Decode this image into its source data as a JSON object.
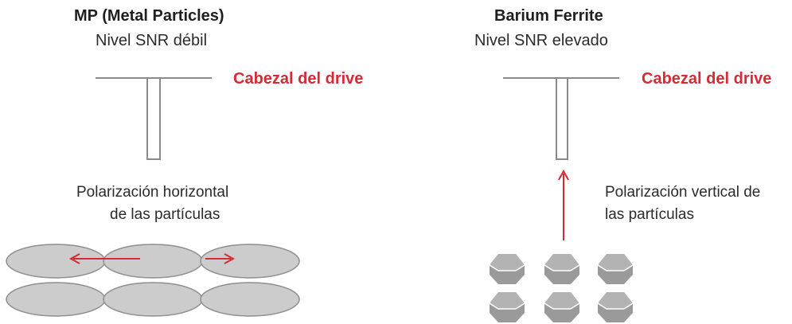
{
  "colors": {
    "accent_red": "#d62b35",
    "line_gray": "#8a8a8a",
    "ellipse_fill": "#cccccc",
    "ellipse_stroke": "#8f8f8f",
    "hex_fill": "#9a9a9a",
    "hex_top": "#b3b3b3",
    "text": "#2b2b2b"
  },
  "left_panel": {
    "title": "MP (Metal Particles)",
    "subtitle": "Nivel SNR débil",
    "head_label": "Cabezal del drive",
    "description_line1": "Polarización horizontal",
    "description_line2": "de las partículas",
    "particle_shape": "ellipse",
    "arrow_direction": "horizontal"
  },
  "right_panel": {
    "title": "Barium Ferrite",
    "subtitle": "Nivel SNR elevado",
    "head_label": "Cabezal del drive",
    "description_line1": "Polarización vertical de",
    "description_line2": "las partículas",
    "particle_shape": "hexagon",
    "arrow_direction": "vertical"
  }
}
